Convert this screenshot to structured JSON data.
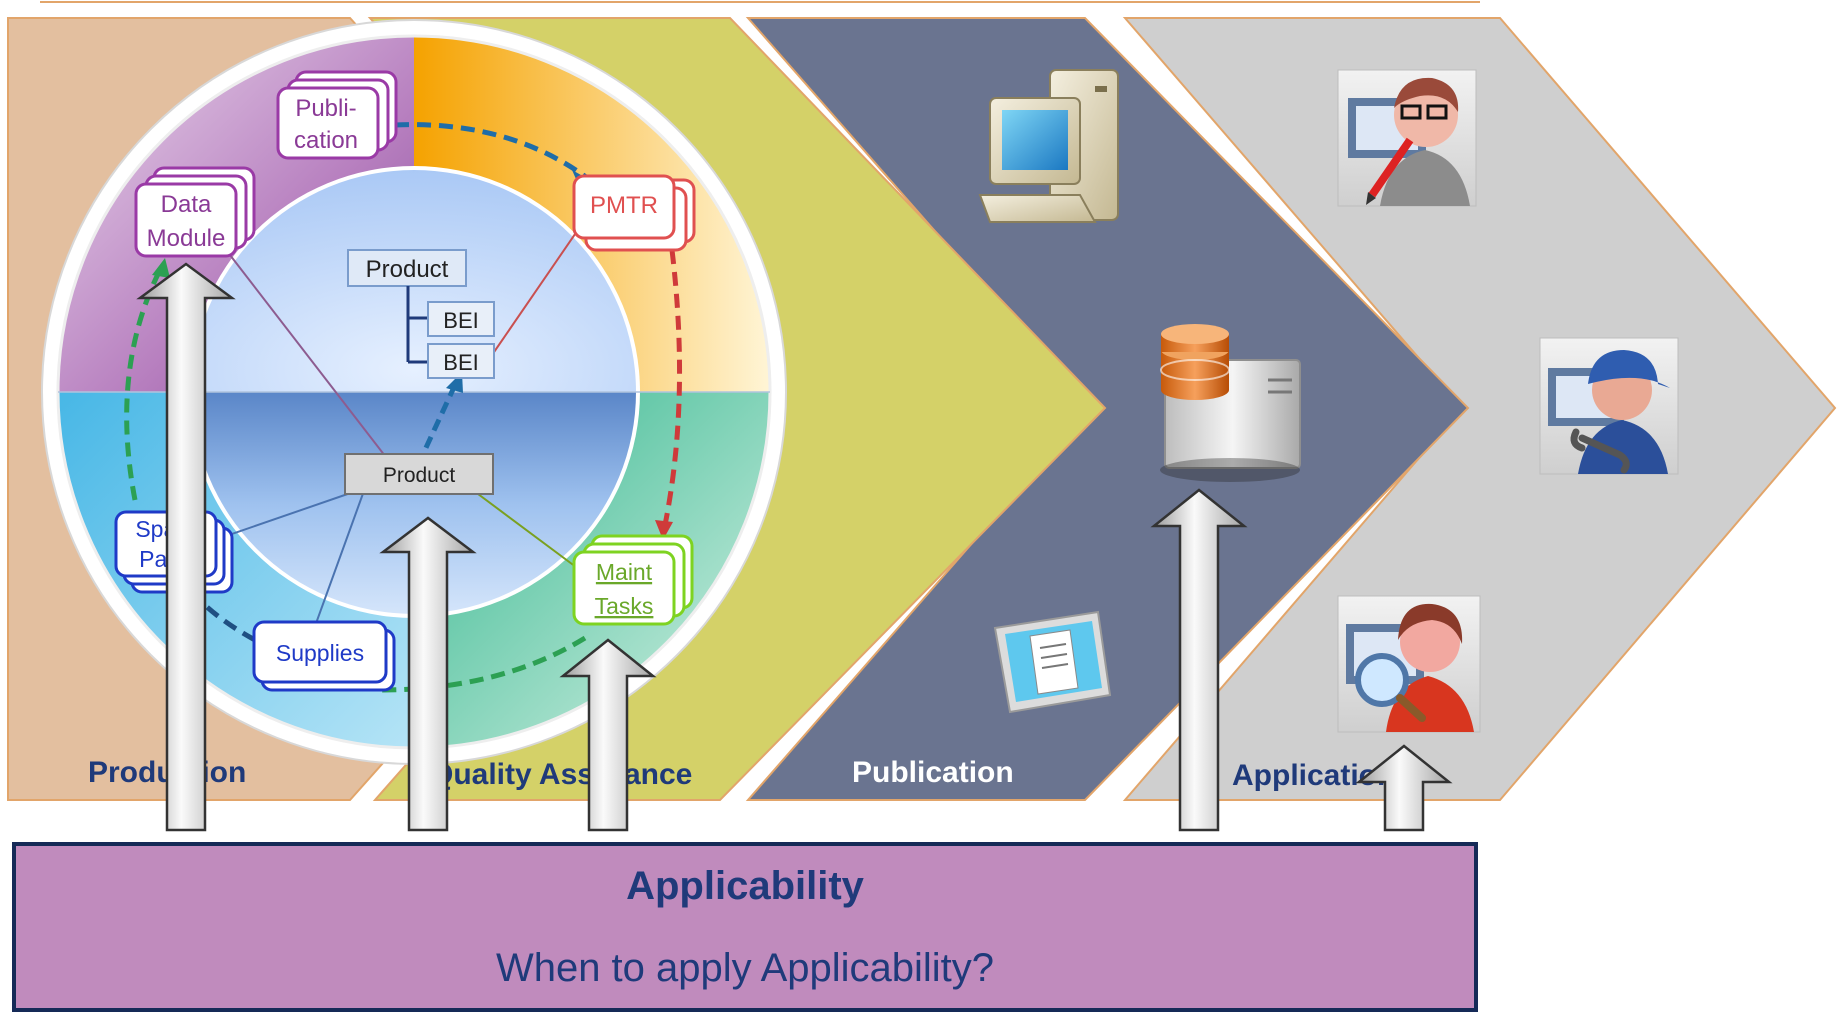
{
  "stages": {
    "production": "Production",
    "quality": "Quality Assurance",
    "publication": "Publication",
    "application": "Application"
  },
  "wheel": {
    "publication": [
      "Publi-",
      "cation"
    ],
    "data_module": [
      "Data",
      "Module"
    ],
    "pmtr": "PMTR",
    "product_top": "Product",
    "bei_1": "BEI",
    "bei_2": "BEI",
    "product_center": "Product",
    "spare_parts": [
      "Spare",
      "Parts"
    ],
    "supplies": "Supplies",
    "maint_tasks": [
      "Maint",
      "Tasks"
    ]
  },
  "applicability": {
    "title": "Applicability",
    "question": "When to apply Applicability?"
  },
  "colors": {
    "production_bg": "#e3bf9f",
    "quality_bg": "#d4d168",
    "publication_bg": "#6a7490",
    "application_bg": "#cfcfcf",
    "applicability_bg": "#c08bbd",
    "applicability_border": "#152a57",
    "label_blue": "#1f3a7a"
  },
  "icons": [
    "desktop-computer-icon",
    "database-server-icon",
    "document-tablet-icon",
    "author-user-icon",
    "technician-user-icon",
    "reviewer-user-icon"
  ]
}
